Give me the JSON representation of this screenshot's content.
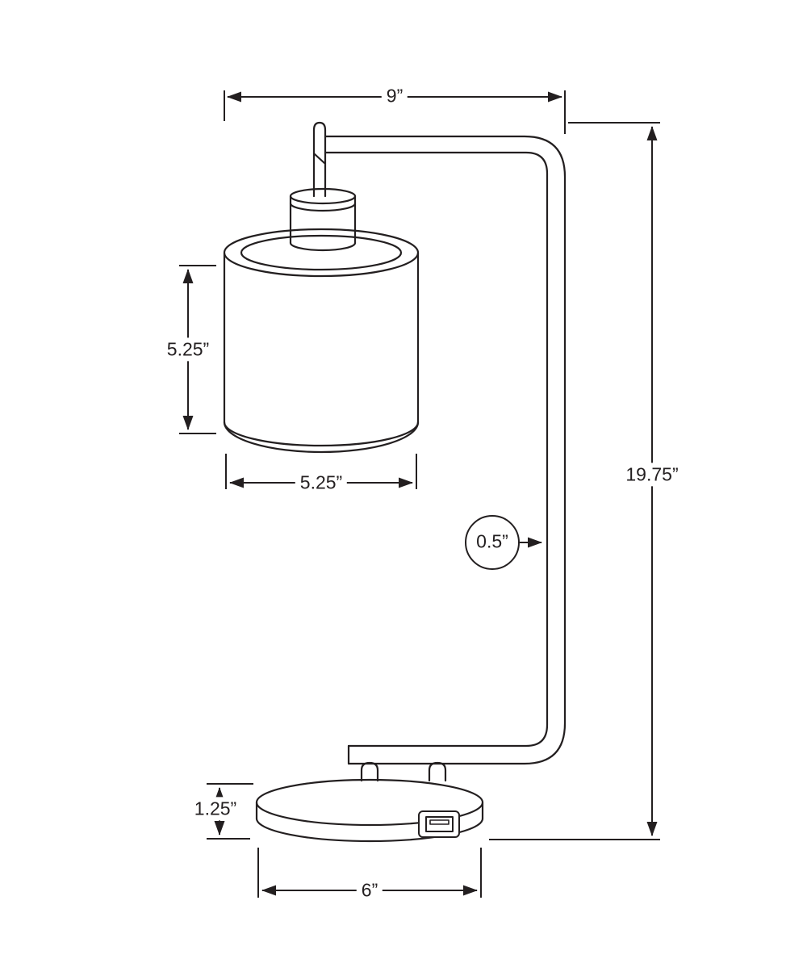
{
  "diagram": {
    "subject": "table-lamp-technical-dimension-drawing",
    "line_color": "#231f20",
    "background_color": "#ffffff",
    "labels": {
      "top_width": "9”",
      "overall_height": "19.75”",
      "shade_height": "5.25”",
      "shade_diameter": "5.25”",
      "pipe_diameter": "0.5”",
      "base_height": "1.25”",
      "base_width": "6”"
    },
    "icons": {
      "usb_port": "usb-port-icon"
    }
  }
}
